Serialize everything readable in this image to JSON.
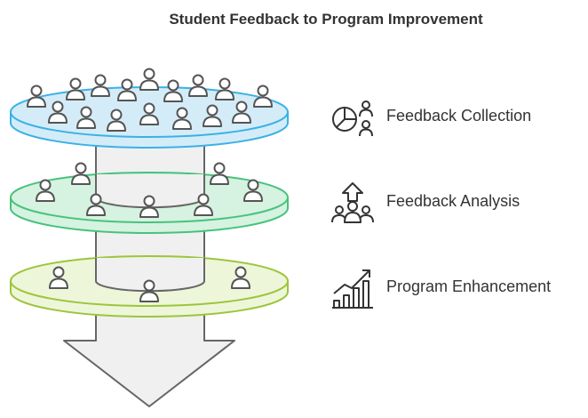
{
  "title": "Student Feedback to Program Improvement",
  "colors": {
    "collection_fill": "#d4ecf8",
    "collection_stroke": "#3bb1e6",
    "analysis_fill": "#d6f2e0",
    "analysis_stroke": "#47c27d",
    "enhancement_fill": "#eef6da",
    "enhancement_stroke": "#9cc53c",
    "funnel_fill": "#f0f0f0",
    "funnel_stroke": "#666666",
    "person_fill": "#ffffff",
    "person_stroke": "#555555",
    "text": "#333333"
  },
  "stages": [
    {
      "label": "Feedback Collection",
      "icon": "pie-chart-people-icon"
    },
    {
      "label": "Feedback Analysis",
      "icon": "group-growth-icon"
    },
    {
      "label": "Program Enhancement",
      "icon": "bar-chart-growth-icon"
    }
  ]
}
